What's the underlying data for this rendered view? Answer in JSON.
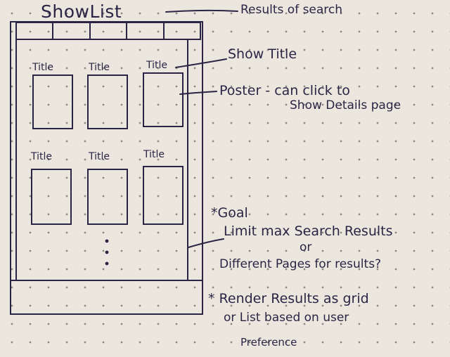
{
  "heading": "ShowList",
  "tiles": [
    {
      "title": "Title"
    },
    {
      "title": "Title"
    },
    {
      "title": "Title"
    },
    {
      "title": "Title"
    },
    {
      "title": "Title"
    },
    {
      "title": "Title"
    }
  ],
  "annotations": {
    "results": "Results of search",
    "show_title": "Show Title",
    "poster_line1": "Poster - can click to",
    "poster_line2": "Show Details page",
    "goal_head": "*Goal",
    "goal_line1": "Limit max Search Results",
    "goal_line2": "or",
    "goal_line3": "Different Pages for results?",
    "render_line1": "* Render Results as grid",
    "render_line2": "or List based on user",
    "render_line3": "Preference"
  },
  "colors": {
    "ink": "#2b2545",
    "paper": "#ebe7df",
    "dots": "#8a8780"
  }
}
